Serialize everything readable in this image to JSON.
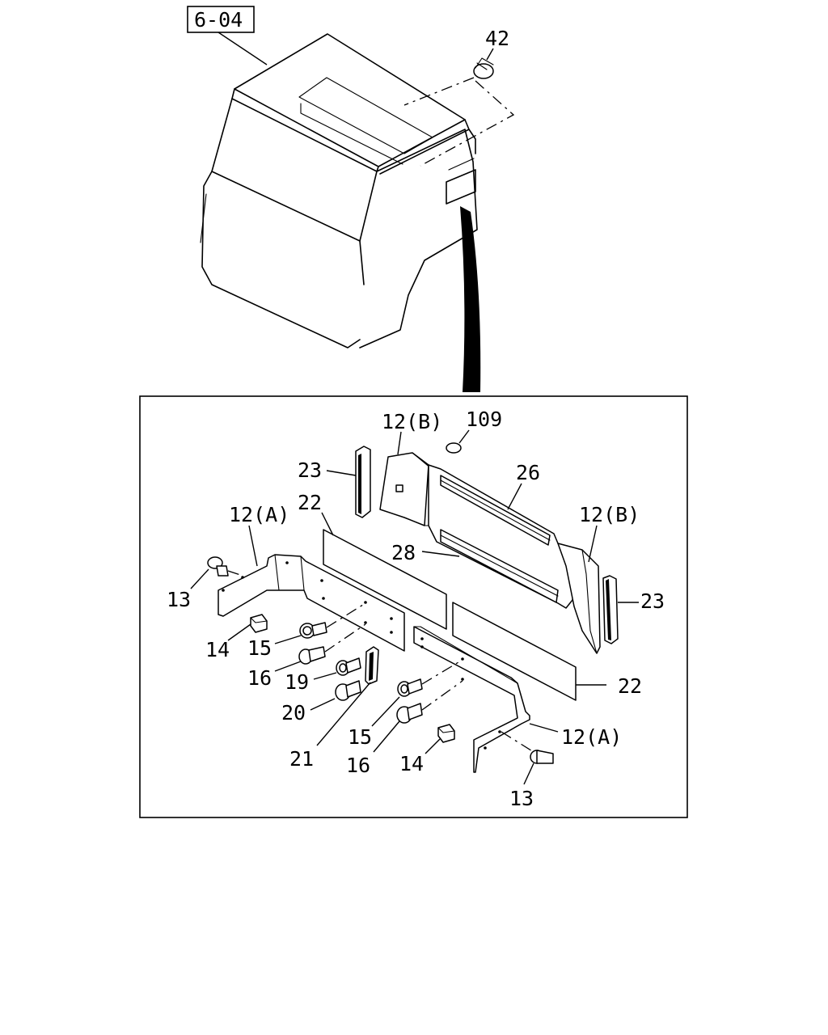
{
  "reference_box": "6-04",
  "labels": {
    "p42": "42",
    "p12a_top": "12(A)",
    "p12a_bottom": "12(A)",
    "p12b_top": "12(B)",
    "p12b_right": "12(B)",
    "p109": "109",
    "p23_left": "23",
    "p23_right": "23",
    "p22_top": "22",
    "p22_right": "22",
    "p26": "26",
    "p28": "28",
    "p13_left": "13",
    "p13_bottom": "13",
    "p14_left": "14",
    "p14_bottom": "14",
    "p15_left": "15",
    "p15_bottom": "15",
    "p16_left": "16",
    "p16_bottom": "16",
    "p19": "19",
    "p20": "20",
    "p21": "21"
  }
}
